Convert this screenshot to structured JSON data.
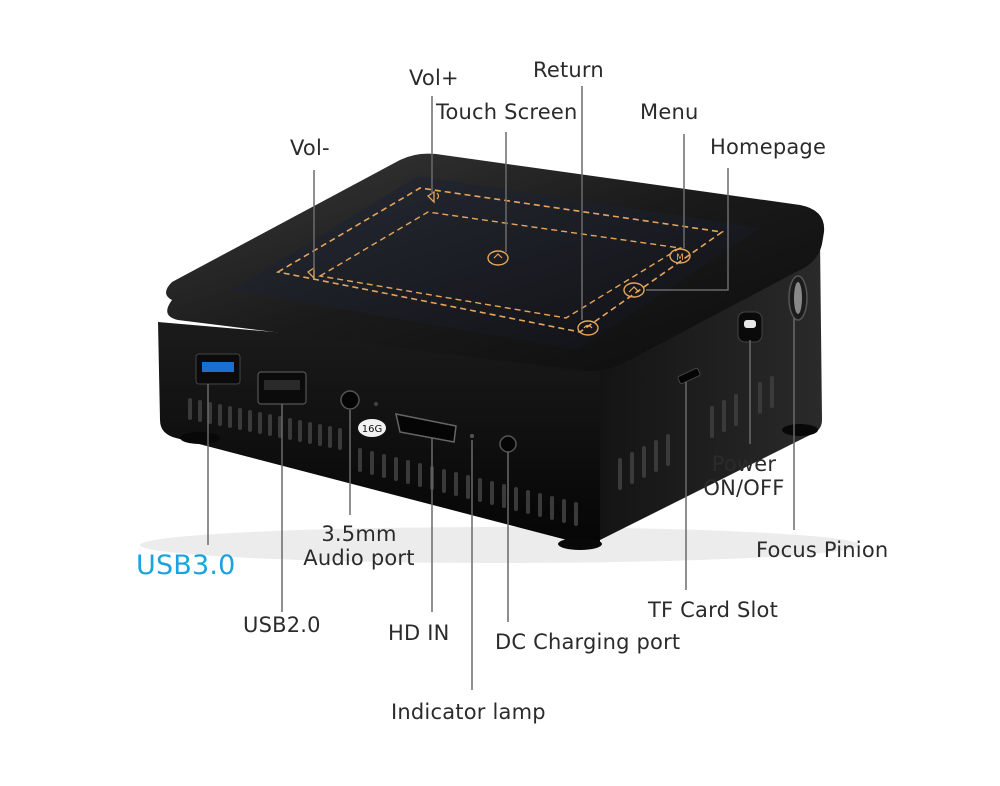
{
  "colors": {
    "accent": "#1aa3de",
    "label": "#2b2b2b",
    "leader": "#6a6a6a",
    "touch_outline": "#e6a55a",
    "device_body": "#111111",
    "screen": "#1a1c22"
  },
  "device": {
    "chip_label": "16G",
    "touch_icons": [
      "vol-down-icon",
      "vol-up-icon",
      "touch-hand-icon",
      "menu-icon",
      "home-icon",
      "return-icon"
    ]
  },
  "labels": {
    "vol_up": "Vol+",
    "return": "Return",
    "touch_screen": "Touch Screen",
    "menu": "Menu",
    "vol_down": "Vol-",
    "homepage": "Homepage",
    "power_line1": "Power",
    "power_line2": "ON/OFF",
    "focus_pinion": "Focus Pinion",
    "usb3": "USB3.0",
    "audio_line1": "3.5mm",
    "audio_line2": "Audio port",
    "tf_card": "TF Card Slot",
    "usb2": "USB2.0",
    "hd_in": "HD IN",
    "dc_charging": "DC Charging port",
    "indicator": "Indicator lamp"
  }
}
